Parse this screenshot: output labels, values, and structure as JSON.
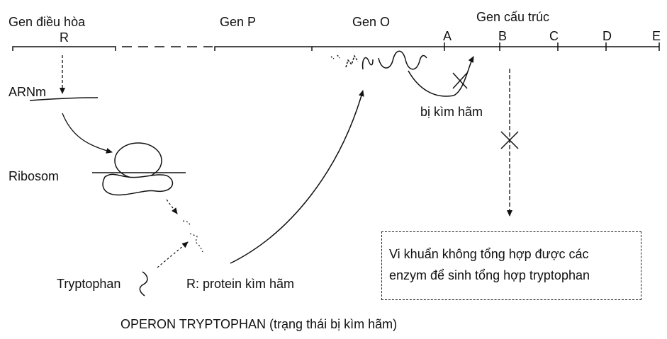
{
  "labels": {
    "gen_dieu_hoa": "Gen điều hòa",
    "r": "R",
    "gen_p": "Gen P",
    "gen_o": "Gen O",
    "gen_cau_truc": "Gen cấu trúc",
    "a": "A",
    "b": "B",
    "c": "C",
    "d": "D",
    "e": "E",
    "arnm": "ARNm",
    "ribosom": "Ribosom",
    "tryptophan": "Tryptophan",
    "r_protein": "R: protein kìm hãm",
    "bi_kim_ham": "bị kìm hãm",
    "caption": "OPERON TRYPTOPHAN (trạng thái bị kìm hãm)"
  },
  "result_box": {
    "line1": "Vi khuẩn không tổng hợp được các",
    "line2": "enzym để sinh tổng hợp tryptophan"
  }
}
